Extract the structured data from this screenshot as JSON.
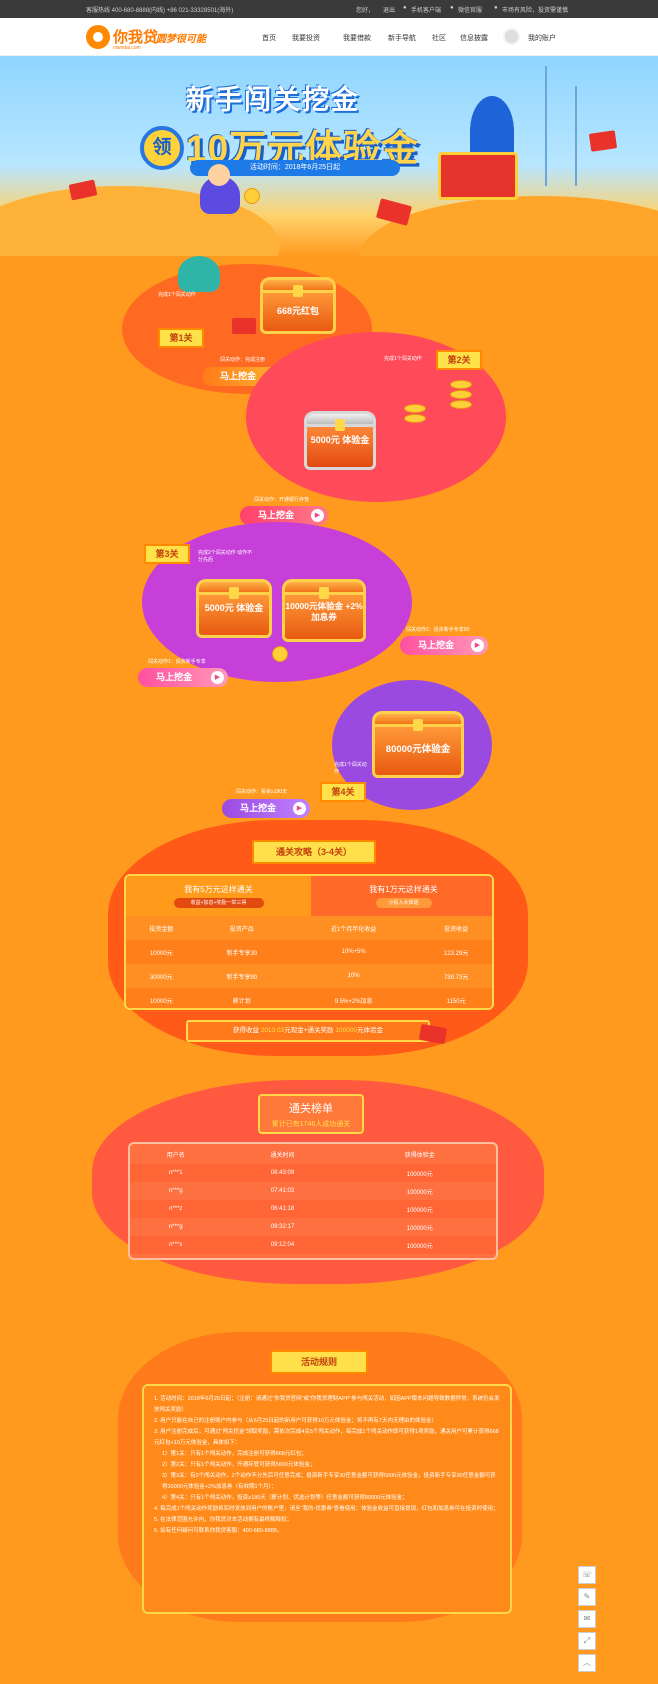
{
  "topbar": {
    "hotline": "客服热线  400-680-8888(内线)  +86 021-33328501(海外)",
    "greeting": "您好，",
    "logout": "退出",
    "mobile": "手机客户端",
    "wechat": "微信官服",
    "risk": "市场有风险，投资需谨慎"
  },
  "nav": {
    "brand": "你我贷",
    "brand_sub": "niwodai.com",
    "slogan": "圆梦很可能",
    "items": [
      "首页",
      "我要投资",
      "我要借款",
      "新手导航",
      "社区",
      "信息披露"
    ],
    "account": "我的账户"
  },
  "hero": {
    "title": "新手闯关挖金",
    "subtitle": "10万元体验金",
    "badge": "领",
    "date": "活动时间：2018年6月25日起"
  },
  "levels": [
    {
      "badge": "第1关",
      "note": "完成1个闯关动作",
      "reward": "668元红包",
      "dig": "马上挖金",
      "dig_note": "闯关动作：完成注册"
    },
    {
      "badge": "第2关",
      "note": "完成1个闯关动作",
      "reward": "5000元 体验金",
      "dig": "马上挖金",
      "dig_note": "闯关动作：开通银行存管"
    },
    {
      "badge": "第3关",
      "note": "完成2个闯关动作 动作不分先后",
      "reward_a": "5000元 体验金",
      "reward_b": "10000元体验金 +2%加息券",
      "dig_a": "马上挖金",
      "dig_a_note": "闯关动作1：投资新手专享",
      "dig_b": "马上挖金",
      "dig_b_note": "闯关动作2：投资新手专享90"
    },
    {
      "badge": "第4关",
      "note": "完成1个闯关动作",
      "reward": "80000元体验金",
      "dig": "马上挖金",
      "dig_note": "闯关动作：投资≥180天"
    }
  ],
  "strategy": {
    "title": "通关攻略（3-4关）",
    "tab_a": "我有5万元这样通关",
    "tab_a_sub": "收益+加息+奖励一举三得",
    "tab_b": "我有1万元这样通关",
    "tab_b_sub": "小投入大体验",
    "headers": [
      "投资金额",
      "投资产品",
      "近1个月年化收益",
      "投资收益"
    ],
    "rows": [
      [
        "10000元",
        "新手专享30",
        "10%+5%",
        "123.29元"
      ],
      [
        "30000元",
        "新手专享90",
        "10%",
        "739.73元"
      ],
      [
        "10000元",
        "薪计划",
        "9.5%+2%加息",
        "1150元"
      ]
    ],
    "total_pre": "获得收益",
    "total_value": "2013.02",
    "total_mid": "元现金+通关奖励",
    "total_value2": "100000",
    "total_post": "元体验金"
  },
  "ranking": {
    "title": "通关榜单",
    "subtitle": "累计已有1746人成功通关",
    "headers": [
      "用户名",
      "通关时间",
      "获得体验金"
    ],
    "rows": [
      [
        "n***1",
        "08:43:09",
        "100000元"
      ],
      [
        "n***g",
        "07:41:03",
        "100000元"
      ],
      [
        "n***z",
        "06:41:18",
        "100000元"
      ],
      [
        "n***g",
        "09:32:17",
        "100000元"
      ],
      [
        "n***x",
        "09:12:04",
        "100000元"
      ]
    ]
  },
  "rules": {
    "title": "活动规则",
    "items": [
      "1. 活动时间：2018年6月25日起；（注册：请通过“你我贷官网”或“你我贷理财APP”参与闯关活动，如因APP版本问题导致数据异常，系统仍会发放闯关奖励）",
      "2. 用户只能在自己的注册账户内参与（从6月25日起的新用户可获得10万元体验金；将不再有7天内无理由的体验金）",
      "3. 用户注册完成后，可通过“闯关挖金”领取奖励，需依次完成4关5个闯关动作，每完成1个闯关动作即可获得1项奖励，通关用户可累计获得668元红包+10万元体验金，具体如下：",
      "1）第1关：只有1个闯关动作，完成注册可获得668元红包；",
      "2）第2关：只有1个闯关动作，开通存管可获得5000元体验金；",
      "3）第3关：有2个闯关动作，2个动作不分先后可任意完成；投资新手专享30任意金额可获得5000元体验金，投资新手专享90任意金额可获得10000元体验金+2%加息券（有效期1个月）；",
      "4）第4关：只有1个闯关动作，投资≥180天（薪计划、优选计划等）任意金额可获得80000元体验金；",
      "4. 每完成1个闯关动作奖励将实时发放到用户的账户里，请至“我的-优惠券”查看使用；体验金收益可直接提现，红包和加息券可在投资时使用；",
      "5. 在法律范围允许内，你我贷对本活动拥有最终解释权；",
      "6. 如有任何疑问可联系你我贷客服：400-680-8888。"
    ]
  },
  "sidebar": [
    "☏",
    "✎",
    "✉",
    "⤢",
    "︿"
  ]
}
